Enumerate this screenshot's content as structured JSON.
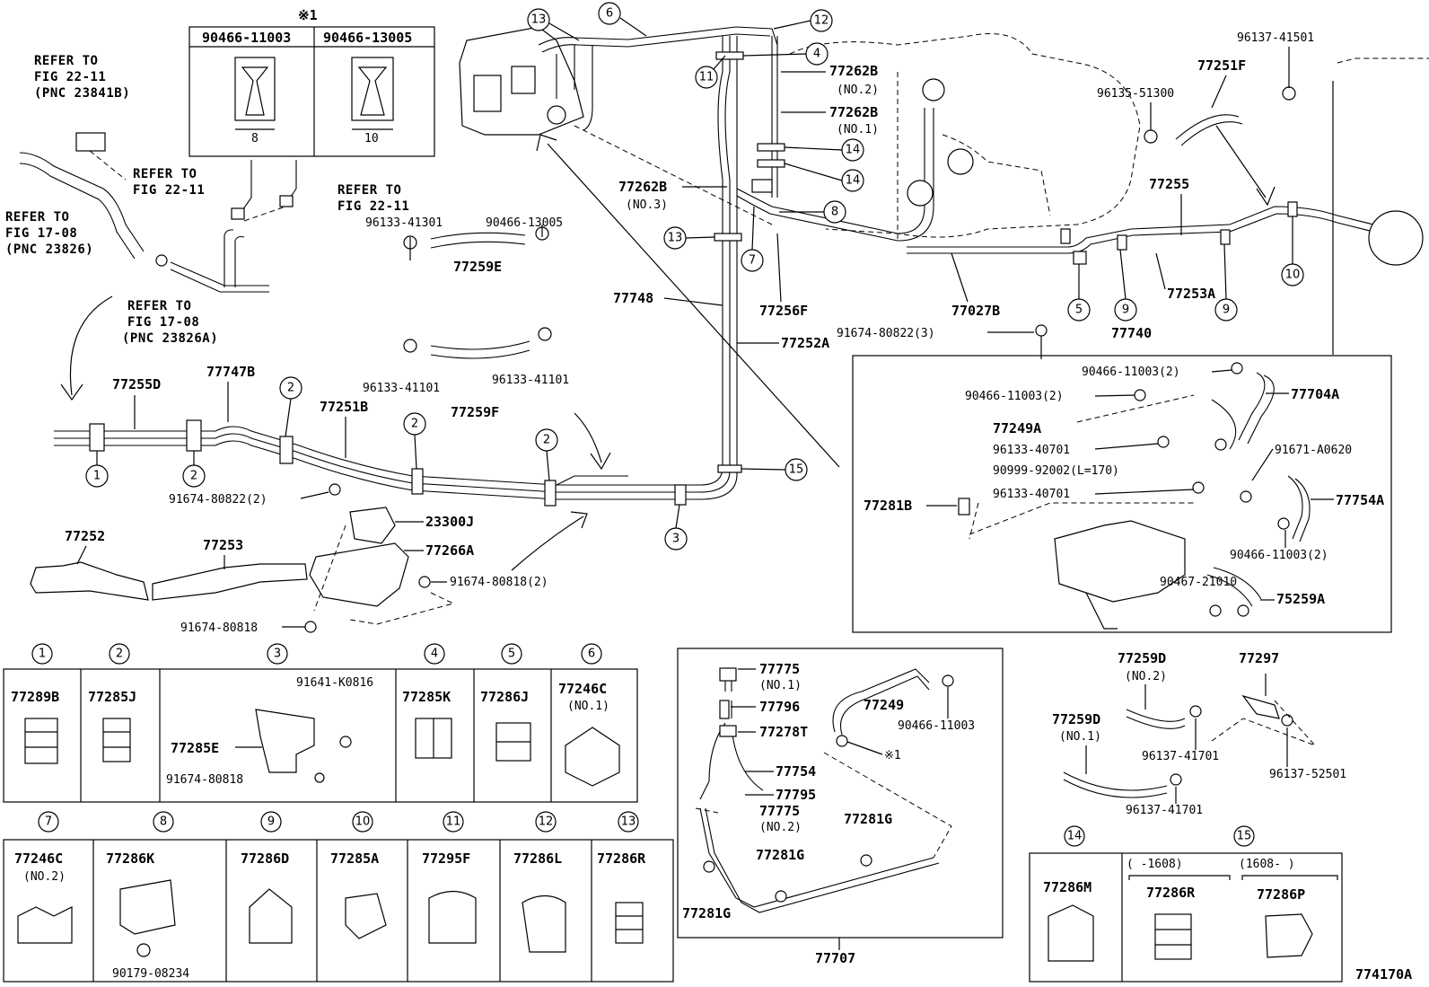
{
  "diagram_id": "774170A",
  "top_clip_note": "※1",
  "clip_refs": [
    "90466-11003",
    "90466-13005"
  ],
  "clip_dims": [
    "8",
    "10"
  ],
  "refer": {
    "r1": "REFER TO",
    "r1b": "FIG 22-11",
    "r1c": "(PNC 23841B)",
    "r2": "REFER TO",
    "r2b": "FIG 22-11",
    "r3": "REFER TO",
    "r3b": "FIG 22-11",
    "r4": "REFER TO",
    "r4b": "FIG 17-08",
    "r4c": "(PNC 23826)",
    "r5": "REFER TO",
    "r5b": "FIG 17-08",
    "r5c": "(PNC 23826A)"
  },
  "labels": {
    "p77262B_2": "77262B",
    "no2": "(NO.2)",
    "p77262B_1": "77262B",
    "no1": "(NO.1)",
    "p77262B_3": "77262B",
    "no3": "(NO.3)",
    "p77748": "77748",
    "p77256F": "77256F",
    "p77252A": "77252A",
    "p77027B": "77027B",
    "p96137_41501": "96137-41501",
    "p77251F": "77251F",
    "p96135_51300": "96135-51300",
    "p77255": "77255",
    "p77253A": "77253A",
    "p77740": "77740",
    "p91674_80822_3": "91674-80822(3)",
    "p96133_41301": "96133-41301",
    "p90466_13005": "90466-13005",
    "p77259E": "77259E",
    "p96133_41101a": "96133-41101",
    "p96133_41101b": "96133-41101",
    "p77259F": "77259F",
    "p77255D": "77255D",
    "p77747B": "77747B",
    "p77251B": "77251B",
    "p91674_80822_2": "91674-80822(2)",
    "p23300J": "23300J",
    "p77266A": "77266A",
    "p77252": "77252",
    "p77253": "77253",
    "p91674_80818_2": "91674-80818(2)",
    "p91674_80818": "91674-80818",
    "p90466_11003_2a": "90466-11003(2)",
    "p77704A": "77704A",
    "p90466_11003_2b": "90466-11003(2)",
    "p77249A": "77249A",
    "p96133_40701a": "96133-40701",
    "p91671_A0620": "91671-A0620",
    "p90999_92002": "90999-92002(L=170)",
    "p77281B": "77281B",
    "p96133_40701b": "96133-40701",
    "p77754A": "77754A",
    "p90466_11003_2c": "90466-11003(2)",
    "p90467_21010": "90467-21010",
    "p75259A": "75259A",
    "p77775_1": "77775",
    "no1b": "(NO.1)",
    "p77796": "77796",
    "p77278T": "77278T",
    "p77249": "77249",
    "p90466_11003": "90466-11003",
    "p77754": "77754",
    "p77795": "77795",
    "p77775_2": "77775",
    "no2b": "(NO.2)",
    "mark1": "※1",
    "p77281G_a": "77281G",
    "p77281G_b": "77281G",
    "p77281G_c": "77281G",
    "p77707": "77707",
    "p77259D_2": "77259D",
    "no2c": "(NO.2)",
    "p77297": "77297",
    "p77259D_1": "77259D",
    "no1c": "(NO.1)",
    "p96137_41701a": "96137-41701",
    "p96137_52501": "96137-52501",
    "p96137_41701b": "96137-41701"
  },
  "legend_row1": [
    {
      "num": "1",
      "part": "77289B"
    },
    {
      "num": "2",
      "part": "77285J"
    },
    {
      "num": "3",
      "part": "77285E",
      "extra": [
        "91641-K0816",
        "91674-80818"
      ]
    },
    {
      "num": "4",
      "part": "77285K"
    },
    {
      "num": "5",
      "part": "77286J"
    },
    {
      "num": "6",
      "part": "77246C",
      "note": "(NO.1)"
    }
  ],
  "legend_row2": [
    {
      "num": "7",
      "part": "77246C",
      "note": "(NO.2)"
    },
    {
      "num": "8",
      "part": "77286K",
      "extra": [
        "90179-08234"
      ]
    },
    {
      "num": "9",
      "part": "77286D"
    },
    {
      "num": "10",
      "part": "77285A"
    },
    {
      "num": "11",
      "part": "77295F"
    },
    {
      "num": "12",
      "part": "77286L"
    },
    {
      "num": "13",
      "part": "77286R"
    }
  ],
  "legend_box3": {
    "n14": "14",
    "n15": "15",
    "p77286M": "77286M",
    "range1": "(    -1608)",
    "range2": "(1608-    )",
    "p77286R": "77286R",
    "p77286P": "77286P"
  },
  "callouts": [
    "1",
    "2",
    "2",
    "2",
    "2",
    "3",
    "4",
    "5",
    "6",
    "7",
    "8",
    "9",
    "9",
    "10",
    "11",
    "12",
    "13",
    "13",
    "14",
    "14",
    "15"
  ]
}
